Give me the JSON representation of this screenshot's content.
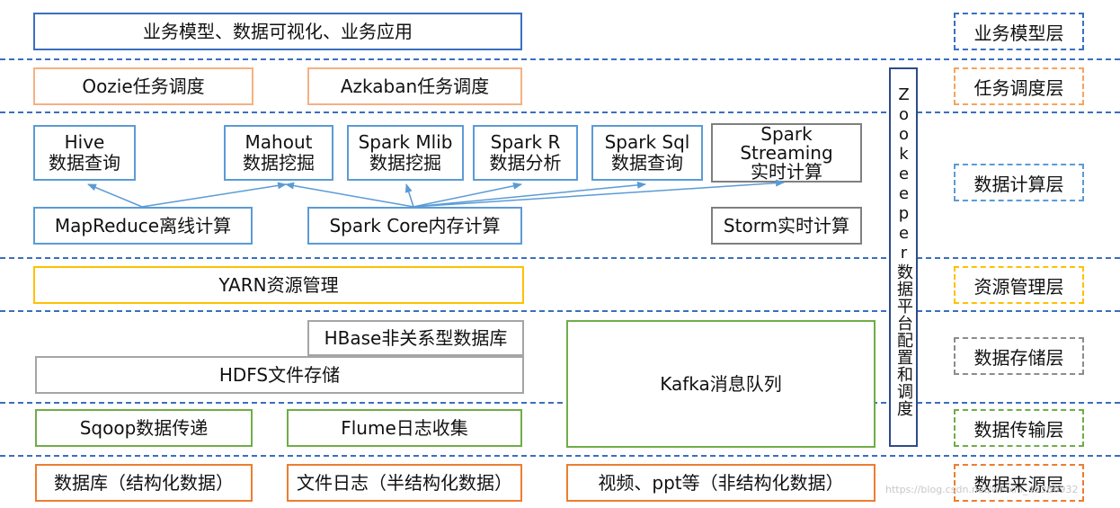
{
  "layers": {
    "business": "业务模型层",
    "scheduling": "任务调度层",
    "compute": "数据计算层",
    "resource": "资源管理层",
    "storage": "数据存储层",
    "transport": "数据传输层",
    "source": "数据来源层"
  },
  "business_app": "业务模型、数据可视化、业务应用",
  "scheduling": {
    "oozie": "Oozie任务调度",
    "azkaban": "Azkaban任务调度"
  },
  "compute": {
    "hive": [
      "Hive",
      "数据查询"
    ],
    "mahout": [
      "Mahout",
      "数据挖掘"
    ],
    "spark_mlib": [
      "Spark Mlib",
      "数据挖掘"
    ],
    "spark_r": [
      "Spark R",
      "数据分析"
    ],
    "spark_sql": [
      "Spark Sql",
      "数据查询"
    ],
    "spark_streaming": [
      "Spark",
      "Streaming",
      "实时计算"
    ],
    "mapreduce": "MapReduce离线计算",
    "spark_core": "Spark Core内存计算",
    "storm": "Storm实时计算"
  },
  "resource": {
    "yarn": "YARN资源管理"
  },
  "storage": {
    "hbase": "HBase非关系型数据库",
    "hdfs": "HDFS文件存储",
    "kafka": "Kafka消息队列"
  },
  "transport": {
    "sqoop": "Sqoop数据传递",
    "flume": "Flume日志收集"
  },
  "source": {
    "database": "数据库（结构化数据）",
    "file_log": "文件日志（半结构化数据）",
    "video_ppt": "视频、ppt等（非结构化数据）"
  },
  "zookeeper": "Zookeeper数据平台配置和调度",
  "watermark": "https://blog.csdn.net/weixin_45366932"
}
